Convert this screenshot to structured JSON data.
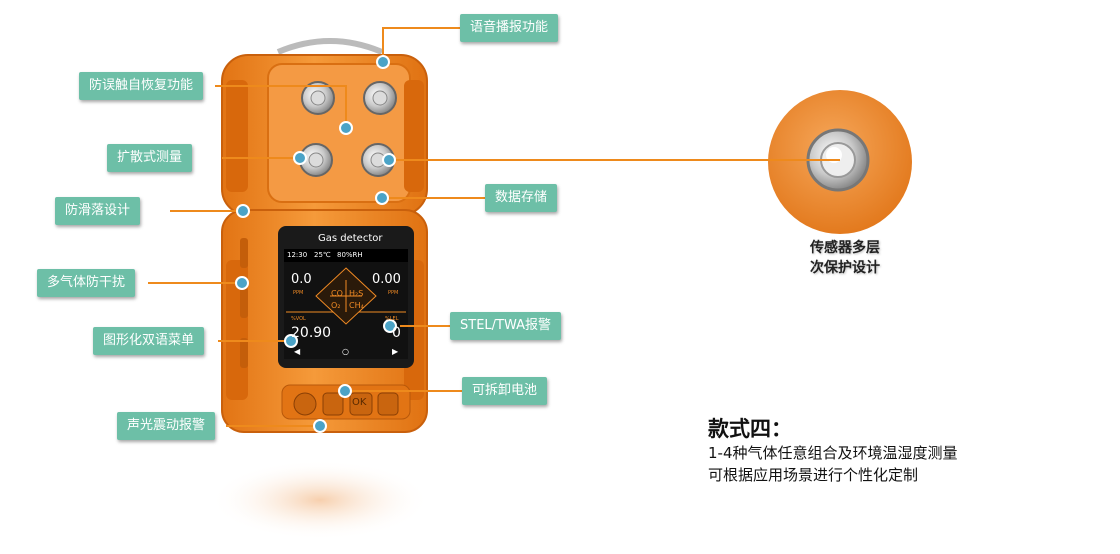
{
  "callouts": {
    "voice_broadcast": "语音播报功能",
    "anti_mistouch": "防误触自恢复功能",
    "diffusion_measure": "扩散式测量",
    "data_storage": "数据存储",
    "anti_slip": "防滑落设计",
    "multi_gas_anti_interference": "多气体防干扰",
    "stel_twa_alarm": "STEL/TWA报警",
    "graphic_bilingual_menu": "图形化双语菜单",
    "removable_battery": "可拆卸电池",
    "sound_light_vibration_alarm": "声光震动报警"
  },
  "zoom": {
    "caption_line1": "传感器多层",
    "caption_line2": "次保护设计"
  },
  "screen": {
    "title": "Gas detector",
    "time": "12:30",
    "temperature": "25℃",
    "humidity": "80%RH",
    "left_top_value": "0.0",
    "left_top_unit": "PPM",
    "right_top_value": "0.00",
    "right_top_unit": "PPM",
    "left_bottom_unit": "%VOL",
    "left_bottom_value": "20.90",
    "right_bottom_unit": "%LEL",
    "right_bottom_value": "0",
    "gas_co": "CO",
    "gas_h2s": "H₂S",
    "gas_o2": "O₂",
    "gas_ch4": "CH₄",
    "nav_left": "◀",
    "nav_mid": "○",
    "nav_right": "▶"
  },
  "buttons": {
    "ok": "OK"
  },
  "model": {
    "title": "款式四：",
    "line1": "1-4种气体任意组合及环境温湿度测量",
    "line2": "可根据应用场景进行个性化定制"
  },
  "colors": {
    "device_orange": "#f08a24",
    "callout_green": "#6dbfa7",
    "leader_orange": "#ee8a1c"
  }
}
